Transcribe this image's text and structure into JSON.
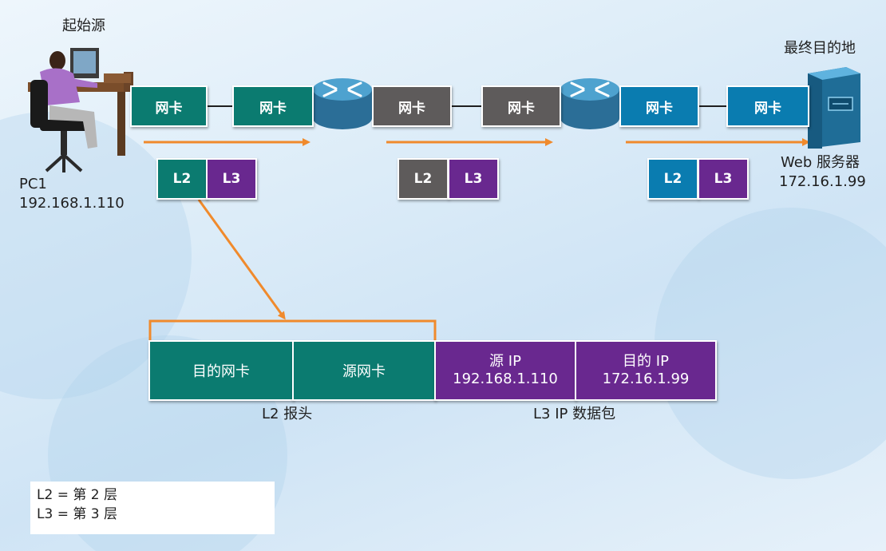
{
  "source": {
    "label": "起始源",
    "host_name": "PC1",
    "host_ip": "192.168.1.110"
  },
  "destination": {
    "label": "最终目的地",
    "host_name": "Web 服务器",
    "host_ip": "172.16.1.99"
  },
  "nic_label": "网卡",
  "hop_boxes": {
    "l2": "L2",
    "l3": "L3"
  },
  "frame": {
    "dest_nic": "目的网卡",
    "src_nic": "源网卡",
    "src_ip_title": "源 IP",
    "src_ip_value": "192.168.1.110",
    "dst_ip_title": "目的 IP",
    "dst_ip_value": "172.16.1.99",
    "l2_caption": "L2 报头",
    "l3_caption": "L3 IP 数据包"
  },
  "legend": {
    "line1": "L2 = 第 2 层",
    "line2": "L3 = 第 3 层"
  },
  "colors": {
    "teal": "#0b7b70",
    "gray": "#5e5b5b",
    "blue": "#0a7cb0",
    "purple": "#69288f",
    "arrow": "#f08a2c"
  }
}
